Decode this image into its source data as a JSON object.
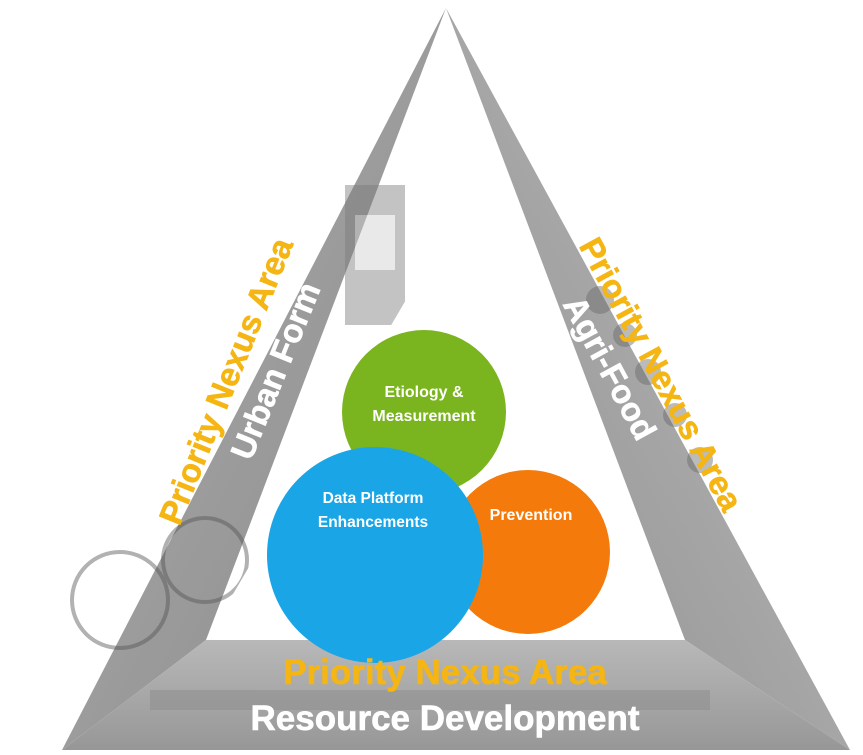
{
  "sides": {
    "left": {
      "title": "Priority Nexus Area",
      "subtitle": "Urban Form"
    },
    "right": {
      "title": "Priority Nexus Area",
      "subtitle": "Agri-Food"
    },
    "bottom": {
      "title": "Priority Nexus Area",
      "subtitle": "Resource Development"
    }
  },
  "circles": {
    "top": {
      "line1": "Etiology &",
      "line2": "Measurement",
      "color": "#7ab41f"
    },
    "left": {
      "line1": "Data Platform",
      "line2": "Enhancements",
      "color": "#1aa6e6"
    },
    "right": {
      "line1": "Prevention",
      "color": "#f47a0c"
    }
  },
  "colors": {
    "title_text": "#f5b512",
    "subtitle_text": "#ffffff",
    "frame": "#a8a8a8"
  }
}
